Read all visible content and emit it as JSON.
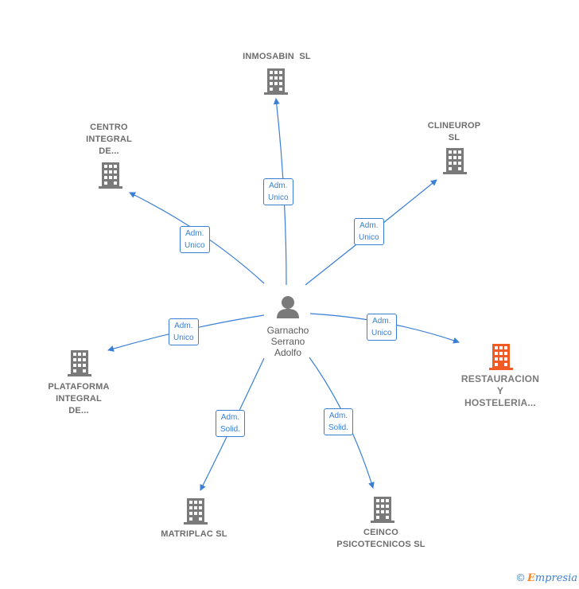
{
  "center": {
    "name": [
      "Garnacho",
      "Serrano",
      "Adolfo"
    ]
  },
  "colors": {
    "edge": "#3a7fd5",
    "building": "#7a7a7a",
    "highlight": "#f15a24"
  },
  "nodes": [
    {
      "id": "inmosabin",
      "lines": [
        "INMOSABIN  SL"
      ],
      "relation": [
        "Adm.",
        "Unico"
      ],
      "highlight": false
    },
    {
      "id": "clineurop",
      "lines": [
        "CLINEUROP",
        "SL"
      ],
      "relation": [
        "Adm.",
        "Unico"
      ],
      "highlight": false
    },
    {
      "id": "centro-integral",
      "lines": [
        "CENTRO",
        "INTEGRAL",
        "DE..."
      ],
      "relation": [
        "Adm.",
        "Unico"
      ],
      "highlight": false
    },
    {
      "id": "plataforma-integral",
      "lines": [
        "PLATAFORMA",
        "INTEGRAL",
        "DE..."
      ],
      "relation": [
        "Adm.",
        "Unico"
      ],
      "highlight": false
    },
    {
      "id": "restauracion-hosteleria",
      "lines": [
        "RESTAURACION",
        "Y",
        "HOSTELERIA..."
      ],
      "relation": [
        "Adm.",
        "Unico"
      ],
      "highlight": true
    },
    {
      "id": "matriplac",
      "lines": [
        "MATRIPLAC SL"
      ],
      "relation": [
        "Adm.",
        "Solid."
      ],
      "highlight": false
    },
    {
      "id": "ceinco",
      "lines": [
        "CEINCO",
        "PSICOTECNICOS SL"
      ],
      "relation": [
        "Adm.",
        "Solid."
      ],
      "highlight": false
    }
  ],
  "footer": {
    "copyright": "©",
    "brand_initial": "E",
    "brand_rest": "mpresia"
  }
}
